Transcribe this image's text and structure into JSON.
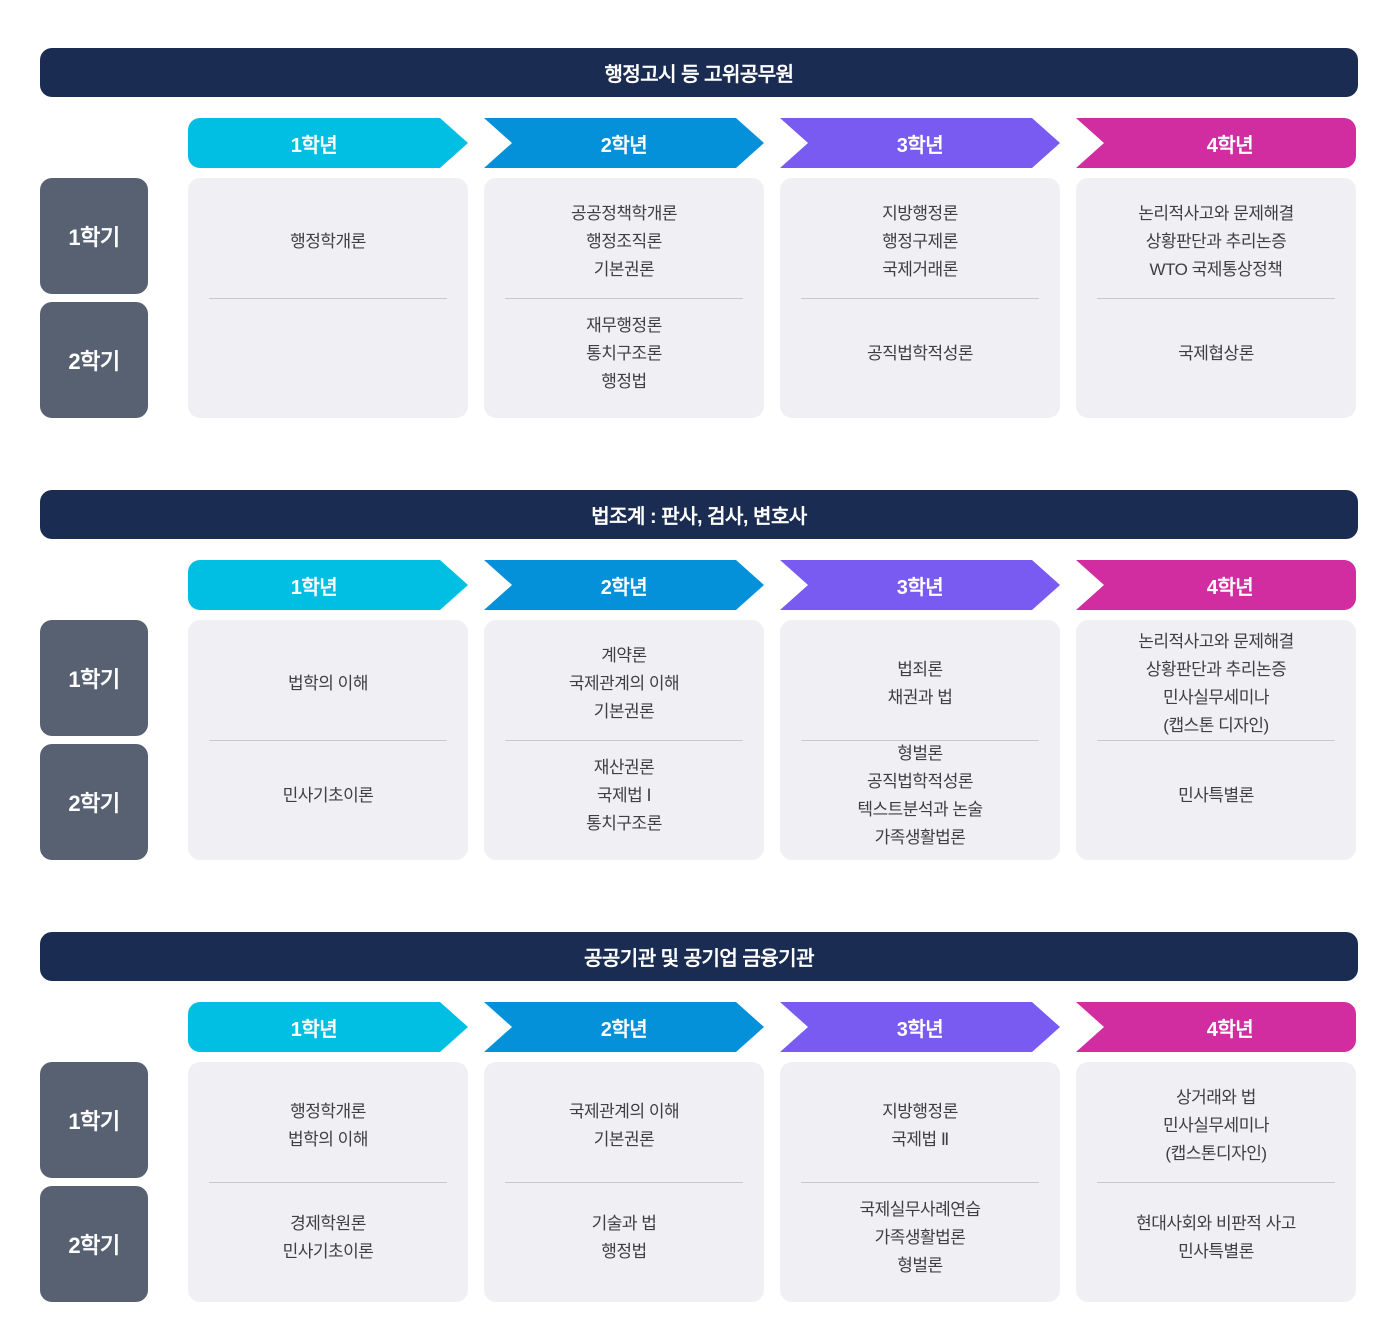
{
  "colors": {
    "header_bar": "#1b2c52",
    "semester_box": "#576172",
    "card_background": "#f0f0f4",
    "divider": "#c9c9cd",
    "course_text": "#3f3f41",
    "year1": "#00bfe3",
    "year2": "#0590da",
    "year3": "#7a5bf2",
    "year4": "#d12da0"
  },
  "years": [
    {
      "label": "1학년"
    },
    {
      "label": "2학년"
    },
    {
      "label": "3학년"
    },
    {
      "label": "4학년"
    }
  ],
  "semesters": [
    "1학기",
    "2학기"
  ],
  "sections": [
    {
      "title": "행정고시 등 고위공무원",
      "columns": [
        {
          "sem1": [
            "행정학개론"
          ],
          "sem2": []
        },
        {
          "sem1": [
            "공공정책학개론",
            "행정조직론",
            "기본권론"
          ],
          "sem2": [
            "재무행정론",
            "통치구조론",
            "행정법"
          ]
        },
        {
          "sem1": [
            "지방행정론",
            "행정구제론",
            "국제거래론"
          ],
          "sem2": [
            "공직법학적성론"
          ]
        },
        {
          "sem1": [
            "논리적사고와 문제해결",
            "상황판단과 추리논증",
            "WTO 국제통상정책"
          ],
          "sem2": [
            "국제협상론"
          ]
        }
      ]
    },
    {
      "title": "법조계 : 판사, 검사, 변호사",
      "columns": [
        {
          "sem1": [
            "법학의 이해"
          ],
          "sem2": [
            "민사기초이론"
          ]
        },
        {
          "sem1": [
            "계약론",
            "국제관계의 이해",
            "기본권론"
          ],
          "sem2": [
            "재산권론",
            "국제법 Ⅰ",
            "통치구조론"
          ]
        },
        {
          "sem1": [
            "법죄론",
            "채권과 법"
          ],
          "sem2": [
            "형벌론",
            "공직법학적성론",
            "텍스트분석과 논술",
            "가족생활법론"
          ]
        },
        {
          "sem1": [
            "논리적사고와 문제해결",
            "상황판단과 추리논증",
            "민사실무세미나",
            "(캡스톤 디자인)"
          ],
          "sem2": [
            "민사특별론"
          ]
        }
      ]
    },
    {
      "title": "공공기관 및 공기업 금융기관",
      "columns": [
        {
          "sem1": [
            "행정학개론",
            "법학의 이해"
          ],
          "sem2": [
            "경제학원론",
            "민사기초이론"
          ]
        },
        {
          "sem1": [
            "국제관계의 이해",
            "기본권론"
          ],
          "sem2": [
            "기술과 법",
            "행정법"
          ]
        },
        {
          "sem1": [
            "지방행정론",
            "국제법 Ⅱ"
          ],
          "sem2": [
            "국제실무사례연습",
            "가족생활법론",
            "형벌론"
          ]
        },
        {
          "sem1": [
            "상거래와 법",
            "민사실무세미나",
            "(캡스톤디자인)"
          ],
          "sem2": [
            "현대사회와 비판적 사고",
            "민사특별론"
          ]
        }
      ]
    }
  ]
}
